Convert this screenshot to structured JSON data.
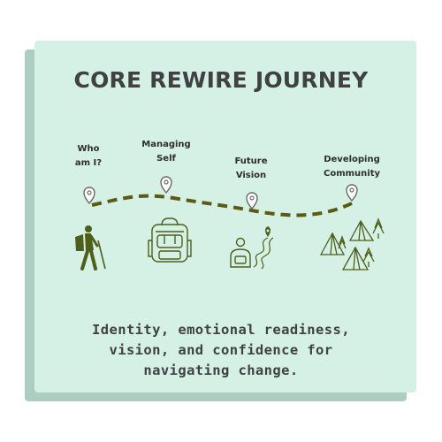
{
  "title": "CORE REWIRE JOURNEY",
  "stages": [
    {
      "label": "Who\nam I?",
      "icon": "hiker-icon"
    },
    {
      "label": "Managing\nSelf",
      "icon": "backpack-icon"
    },
    {
      "label": "Future\nVision",
      "icon": "person-path-icon"
    },
    {
      "label": "Developing\nCommunity",
      "icon": "tents-icon"
    }
  ],
  "caption": "Identity, emotional readiness,\nvision, and confidence for\nnavigating change.",
  "colors": {
    "card": "#d5f1e6",
    "card_shadow": "#aecdc1",
    "path": "#5a5a12",
    "title": "#3f4142",
    "pin": "#6b6b6b",
    "icon": "#4f5e1a"
  }
}
